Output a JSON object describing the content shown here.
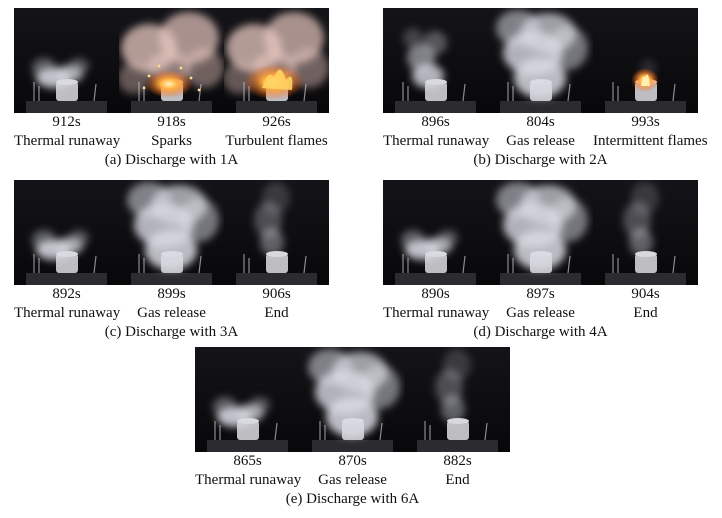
{
  "panels": [
    {
      "caption": "(a) Discharge with 1A",
      "frames": [
        {
          "time": "912s",
          "label": "Thermal runaway",
          "smoke": "low-plume",
          "flame": "none"
        },
        {
          "time": "918s",
          "label": "Sparks",
          "smoke": "heavy-warm",
          "flame": "sparks"
        },
        {
          "time": "926s",
          "label": "Turbulent flames",
          "smoke": "heavy-warm",
          "flame": "turbulent"
        }
      ]
    },
    {
      "caption": "(b) Discharge with 2A",
      "frames": [
        {
          "time": "896s",
          "label": "Thermal runaway",
          "smoke": "medium",
          "flame": "none"
        },
        {
          "time": "804s",
          "label": "Gas release",
          "smoke": "full",
          "flame": "none"
        },
        {
          "time": "993s",
          "label": "Intermittent flames",
          "smoke": "none",
          "flame": "small"
        }
      ]
    },
    {
      "caption": "(c) Discharge with 3A",
      "frames": [
        {
          "time": "892s",
          "label": "Thermal runaway",
          "smoke": "low-plume",
          "flame": "none"
        },
        {
          "time": "899s",
          "label": "Gas release",
          "smoke": "full",
          "flame": "none"
        },
        {
          "time": "906s",
          "label": "End",
          "smoke": "thin",
          "flame": "none"
        }
      ]
    },
    {
      "caption": "(d) Discharge with 4A",
      "frames": [
        {
          "time": "890s",
          "label": "Thermal runaway",
          "smoke": "low-plume",
          "flame": "none"
        },
        {
          "time": "897s",
          "label": "Gas release",
          "smoke": "full",
          "flame": "none"
        },
        {
          "time": "904s",
          "label": "End",
          "smoke": "thin",
          "flame": "none"
        }
      ]
    },
    {
      "caption": "(e) Discharge with 6A",
      "frames": [
        {
          "time": "865s",
          "label": "Thermal runaway",
          "smoke": "low-plume",
          "flame": "none"
        },
        {
          "time": "870s",
          "label": "Gas release",
          "smoke": "full",
          "flame": "none"
        },
        {
          "time": "882s",
          "label": "End",
          "smoke": "thin",
          "flame": "none"
        }
      ]
    }
  ]
}
